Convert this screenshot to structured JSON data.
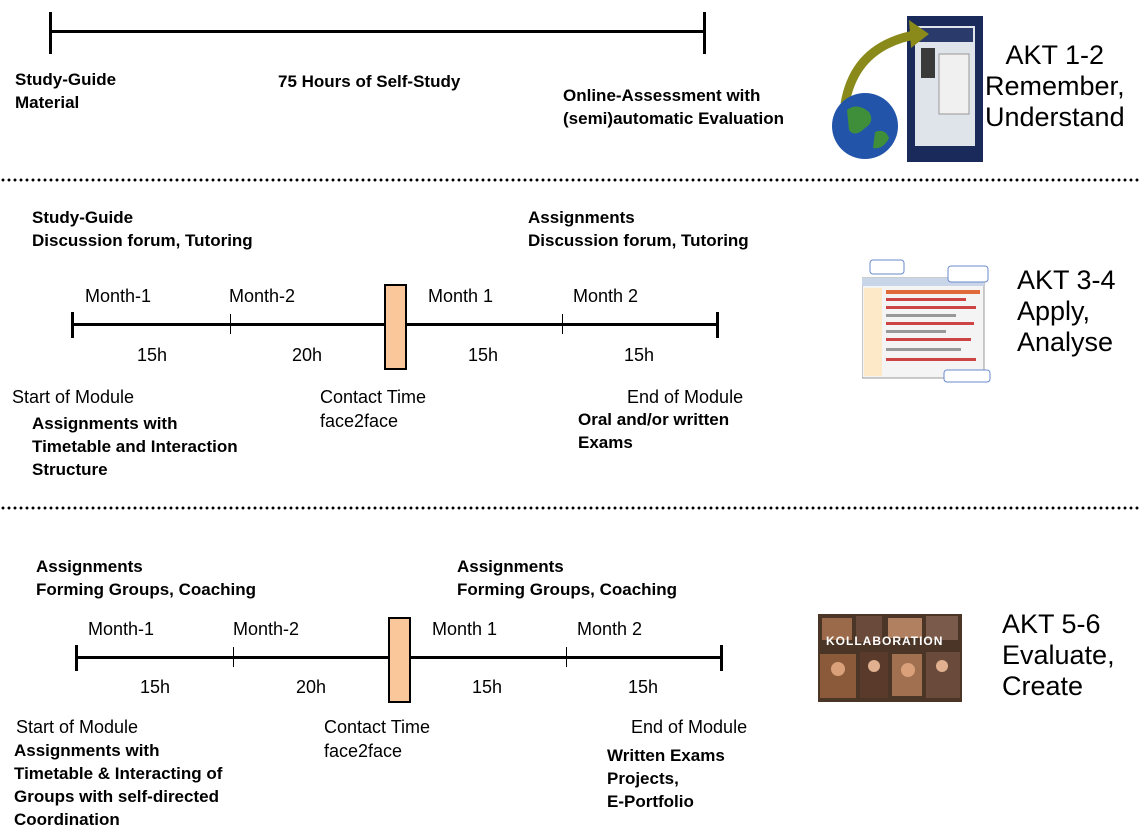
{
  "section1": {
    "label_left": "Study-Guide\nMaterial",
    "label_center": "75 Hours of Self-Study",
    "label_right": "Online-Assessment with\n(semi)automatic Evaluation",
    "akt": "AKT 1-2\nRemember,\nUnderstand"
  },
  "section2": {
    "top_left": "Study-Guide\nDiscussion forum, Tutoring",
    "top_right": "Assignments\nDiscussion forum, Tutoring",
    "months": [
      "Month-1",
      "Month-2",
      "Month 1",
      "Month 2"
    ],
    "hours": [
      "15h",
      "20h",
      "15h",
      "15h"
    ],
    "start": "Start of Module",
    "contact": "Contact Time\nface2face",
    "end": "End of Module",
    "bottom_left": "Assignments with\nTimetable and Interaction\nStructure",
    "bottom_right": "Oral and/or written\nExams",
    "akt": "AKT 3-4\nApply,\nAnalyse"
  },
  "section3": {
    "top_left": "Assignments\nForming Groups, Coaching",
    "top_right": "Assignments\nForming Groups, Coaching",
    "months": [
      "Month-1",
      "Month-2",
      "Month 1",
      "Month 2"
    ],
    "hours": [
      "15h",
      "20h",
      "15h",
      "15h"
    ],
    "start": "Start of Module",
    "contact": "Contact Time\nface2face",
    "end": "End of Module",
    "bottom_left": "Assignments with\nTimetable & Interacting of\nGroups with self-directed\nCoordination",
    "bottom_right": "Written Exams\nProjects,\nE-Portfolio",
    "akt": "AKT 5-6\nEvaluate,\nCreate",
    "image_text": "KOLLABORATION"
  },
  "colors": {
    "contact_fill": "#f9c79a",
    "arrow": "#8a8a1a",
    "globe": "#2255aa"
  }
}
